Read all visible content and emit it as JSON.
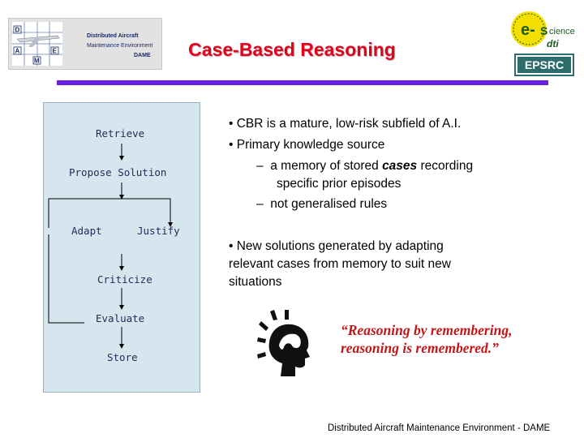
{
  "logo": {
    "dame_line1": "Distributed Aircraft",
    "dame_line2": "Maintenance Environment",
    "dame_line3": "DAME",
    "grid_letters": [
      "D",
      "A",
      "E",
      "M"
    ],
    "escience_text": "e-Science",
    "dti_text": "dti",
    "epsrc_text": "EPSRC"
  },
  "title": "Case-Based Reasoning",
  "diagram": {
    "steps": {
      "retrieve": "Retrieve",
      "propose": "Propose Solution",
      "adapt": "Adapt",
      "justify": "Justify",
      "criticize": "Criticize",
      "evaluate": "Evaluate",
      "store": "Store"
    }
  },
  "content": {
    "bullet1": "CBR is a mature, low-risk subfield of A.I.",
    "bullet2": "Primary knowledge source",
    "sub1_pre": "a memory of stored ",
    "sub1_em": "cases",
    "sub1_post": " recording",
    "sub1_line2": "specific prior episodes",
    "sub2": "not generalised rules",
    "bullet3_line1": "New solutions generated by adapting",
    "bullet3_line2": "relevant cases from memory to suit new",
    "bullet3_line3": "situations"
  },
  "quote": {
    "line1": "“Reasoning by remembering,",
    "line2": "reasoning is remembered.”"
  },
  "footer": "Distributed Aircraft Maintenance Environment - DAME",
  "colors": {
    "title": "#e2001a",
    "title_bar": "#6a1fe0",
    "diagram_bg": "#d6e6ef",
    "quote": "#c01818"
  },
  "icons": [
    "dame-logo",
    "escience-logo",
    "epsrc-logo",
    "thinking-head-icon"
  ]
}
